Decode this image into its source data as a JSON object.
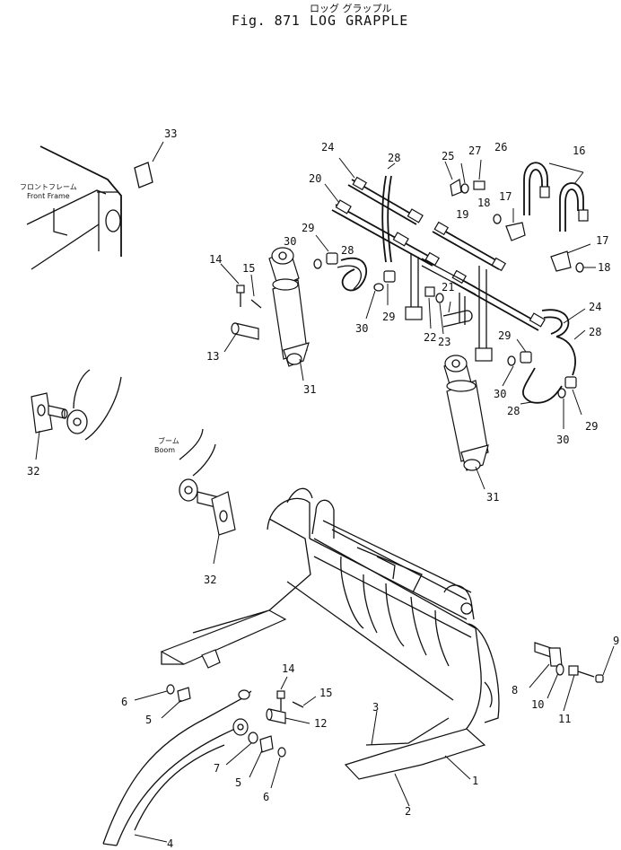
{
  "header": {
    "title_jp": "ロッグ グラップル",
    "figure_no": "Fig. 871",
    "title_en": "LOG  GRAPPLE"
  },
  "notes": {
    "front_frame_jp": "フロントフレーム",
    "front_frame_en": "Front Frame",
    "boom_jp": "ブーム",
    "boom_en": "Boom"
  },
  "callouts": [
    "33",
    "24",
    "28",
    "25",
    "27",
    "26",
    "16",
    "20",
    "19",
    "18",
    "17",
    "29",
    "30",
    "28",
    "14",
    "15",
    "21",
    "22",
    "23",
    "13",
    "30",
    "29",
    "31",
    "24",
    "28",
    "29",
    "30",
    "28",
    "29",
    "30",
    "31",
    "32",
    "32",
    "9",
    "14",
    "15",
    "6",
    "5",
    "12",
    "7",
    "5",
    "6",
    "3",
    "8",
    "10",
    "11",
    "1",
    "2",
    "4",
    "17",
    "18"
  ]
}
